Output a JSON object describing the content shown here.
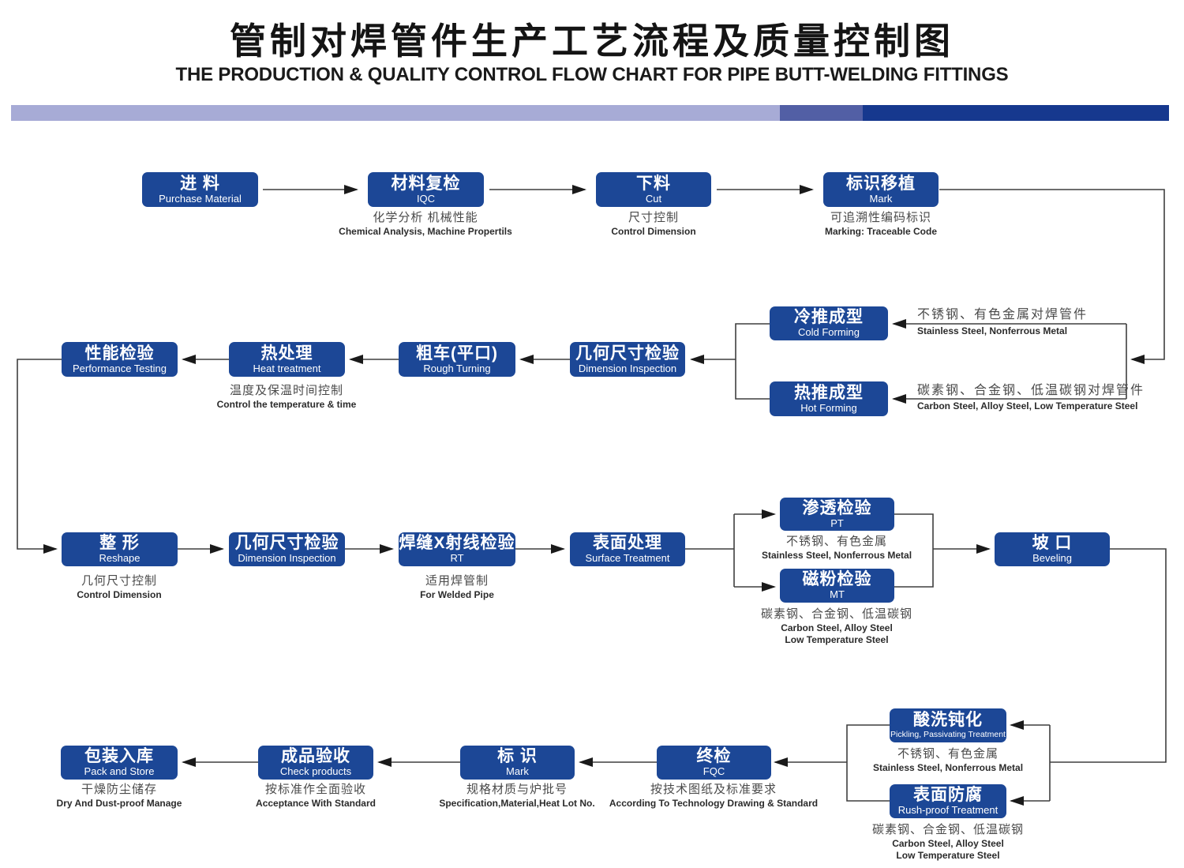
{
  "page": {
    "title_zh": "管制对焊管件生产工艺流程及质量控制图",
    "title_en": "THE PRODUCTION & QUALITY CONTROL FLOW CHART FOR PIPE BUTT-WELDING FITTINGS"
  },
  "colors": {
    "box_blue": "#1c4796",
    "bar_light": "#a7abd6",
    "bar_mid": "#525fa5",
    "bar_dark": "#16388e",
    "line": "#3f3f3f"
  },
  "nodes": {
    "purchase": {
      "zh": "进 料",
      "en": "Purchase Material"
    },
    "iqc": {
      "zh": "材料复检",
      "en": "IQC",
      "note_zh": "化学分析 机械性能",
      "note_en": "Chemical Analysis, Machine Propertils"
    },
    "cut": {
      "zh": "下料",
      "en": "Cut",
      "note_zh": "尺寸控制",
      "note_en": "Control Dimension"
    },
    "mark1": {
      "zh": "标识移植",
      "en": "Mark",
      "note_zh": "可追溯性编码标识",
      "note_en": "Marking: Traceable Code"
    },
    "cold": {
      "zh": "冷推成型",
      "en": "Cold Forming",
      "side_zh": "不锈钢、有色金属对焊管件",
      "side_en": "Stainless Steel, Nonferrous Metal"
    },
    "hot": {
      "zh": "热推成型",
      "en": "Hot Forming",
      "side_zh": "碳素钢、合金钢、低温碳钢对焊管件",
      "side_en": "Carbon Steel, Alloy Steel, Low Temperature Steel"
    },
    "diminsp1": {
      "zh": "几何尺寸检验",
      "en": "Dimension Inspection"
    },
    "rough": {
      "zh": "粗车(平口)",
      "en": "Rough Turning"
    },
    "heat": {
      "zh": "热处理",
      "en": "Heat treatment",
      "note_zh": "温度及保温时间控制",
      "note_en": "Control the temperature & time"
    },
    "performance": {
      "zh": "性能检验",
      "en": "Performance Testing"
    },
    "reshape": {
      "zh": "整 形",
      "en": "Reshape",
      "note_zh": "几何尺寸控制",
      "note_en": "Control Dimension"
    },
    "diminsp2": {
      "zh": "几何尺寸检验",
      "en": "Dimension Inspection"
    },
    "rt": {
      "zh": "焊缝X射线检验",
      "en": "RT",
      "note_zh": "适用焊管制",
      "note_en": "For Welded Pipe"
    },
    "surface": {
      "zh": "表面处理",
      "en": "Surface Treatment"
    },
    "pt": {
      "zh": "渗透检验",
      "en": "PT",
      "note_zh": "不锈钢、有色金属",
      "note_en": "Stainless Steel, Nonferrous Metal"
    },
    "mt": {
      "zh": "磁粉检验",
      "en": "MT",
      "note_zh": "碳素钢、合金钢、低温碳钢",
      "note_en": "Carbon Steel, Alloy Steel",
      "note_en2": "Low Temperature Steel"
    },
    "beveling": {
      "zh": "坡  口",
      "en": "Beveling"
    },
    "pickling": {
      "zh": "酸洗钝化",
      "en": "Pickling, Passivating Treatment",
      "note_zh": "不锈钢、有色金属",
      "note_en": "Stainless Steel, Nonferrous Metal"
    },
    "rustproof": {
      "zh": "表面防腐",
      "en": "Rush-proof Treatment",
      "note_zh": "碳素钢、合金钢、低温碳钢",
      "note_en": "Carbon Steel, Alloy Steel",
      "note_en2": "Low Temperature Steel"
    },
    "fqc": {
      "zh": "终检",
      "en": "FQC",
      "note_zh": "按技术图纸及标准要求",
      "note_en": "According To Technology Drawing & Standard"
    },
    "mark2": {
      "zh": "标  识",
      "en": "Mark",
      "note_zh": "规格材质与炉批号",
      "note_en": "Specification,Material,Heat Lot No."
    },
    "check": {
      "zh": "成品验收",
      "en": "Check products",
      "note_zh": "按标准作全面验收",
      "note_en": "Acceptance With Standard"
    },
    "pack": {
      "zh": "包装入库",
      "en": "Pack and Store",
      "note_zh": "干燥防尘储存",
      "note_en": "Dry And Dust-proof Manage"
    }
  }
}
